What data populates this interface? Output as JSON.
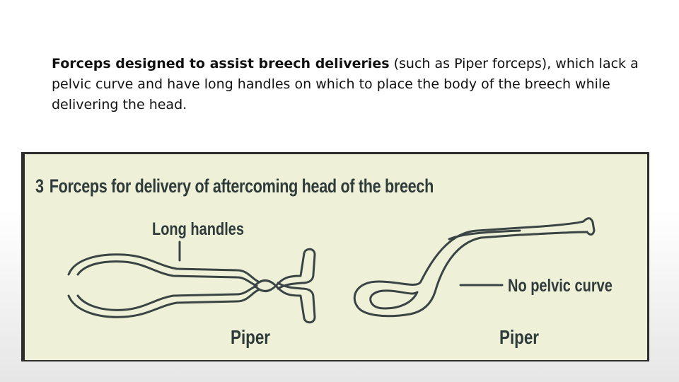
{
  "slide": {
    "bold_lead": "Forceps designed to assist breech deliveries",
    "rest": " (such as Piper forceps), which lack a pelvic curve and have long handles on which to place the body of the breech while delivering the head."
  },
  "figure": {
    "number": "3",
    "title": "Forceps for delivery of aftercoming head of the breech",
    "label_handles": "Long handles",
    "label_pelvic": "No pelvic curve",
    "label_piper_left": "Piper",
    "label_piper_right": "Piper"
  },
  "colors": {
    "figure_bg": "#eef1d8",
    "figure_border": "#2d2d2d",
    "ink": "#2f3a3a"
  }
}
